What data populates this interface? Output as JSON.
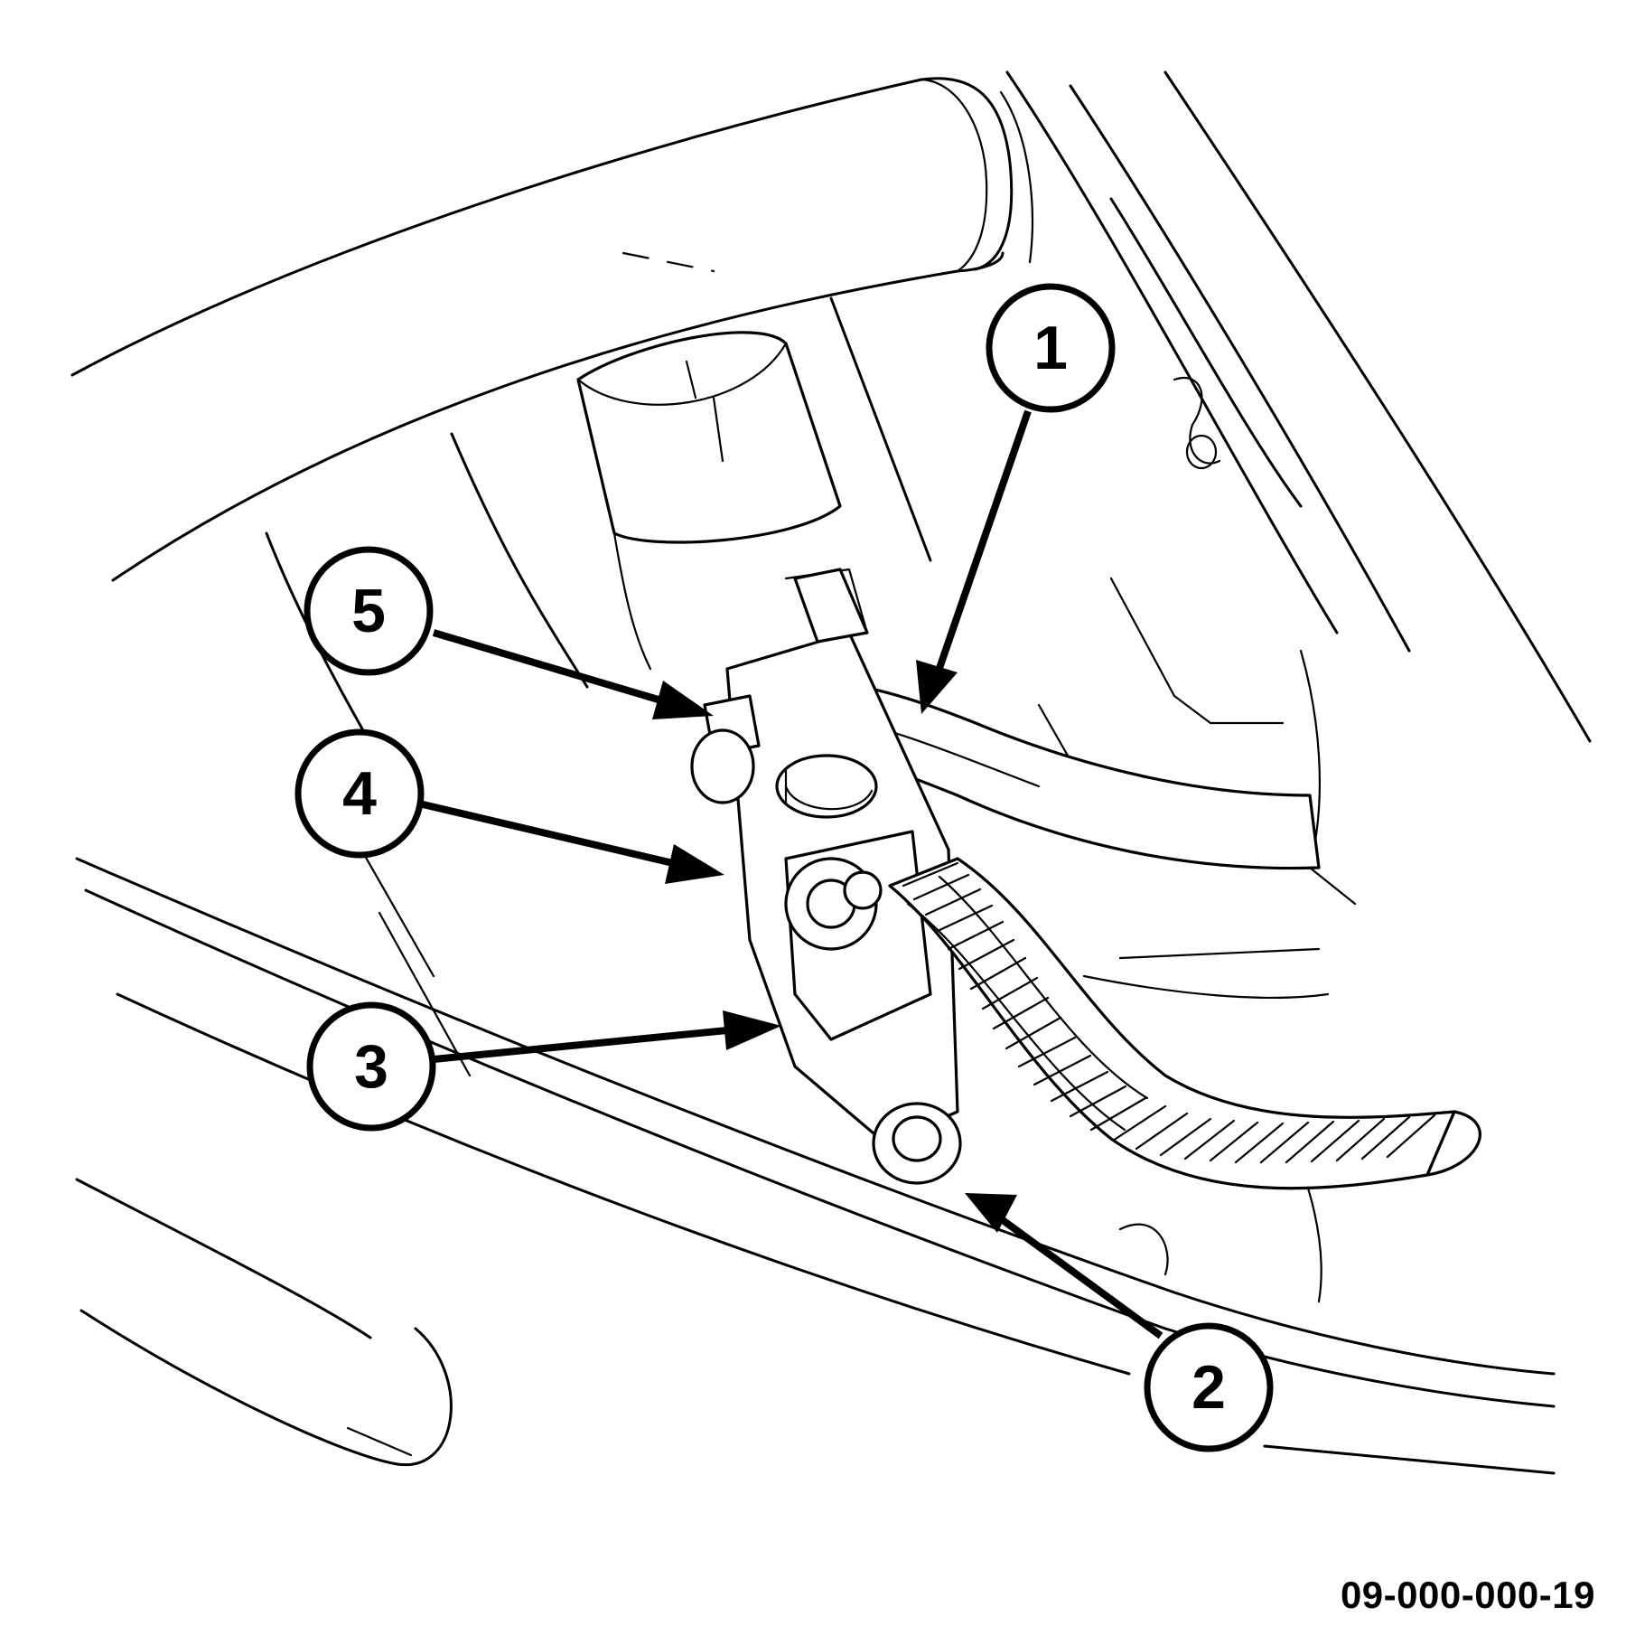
{
  "figure_id": "09-000-000-19",
  "callouts": [
    {
      "id": "1",
      "label": "1"
    },
    {
      "id": "2",
      "label": "2"
    },
    {
      "id": "3",
      "label": "3"
    },
    {
      "id": "4",
      "label": "4"
    },
    {
      "id": "5",
      "label": "5"
    }
  ],
  "colors": {
    "ink": "#000000",
    "background": "#ffffff"
  }
}
